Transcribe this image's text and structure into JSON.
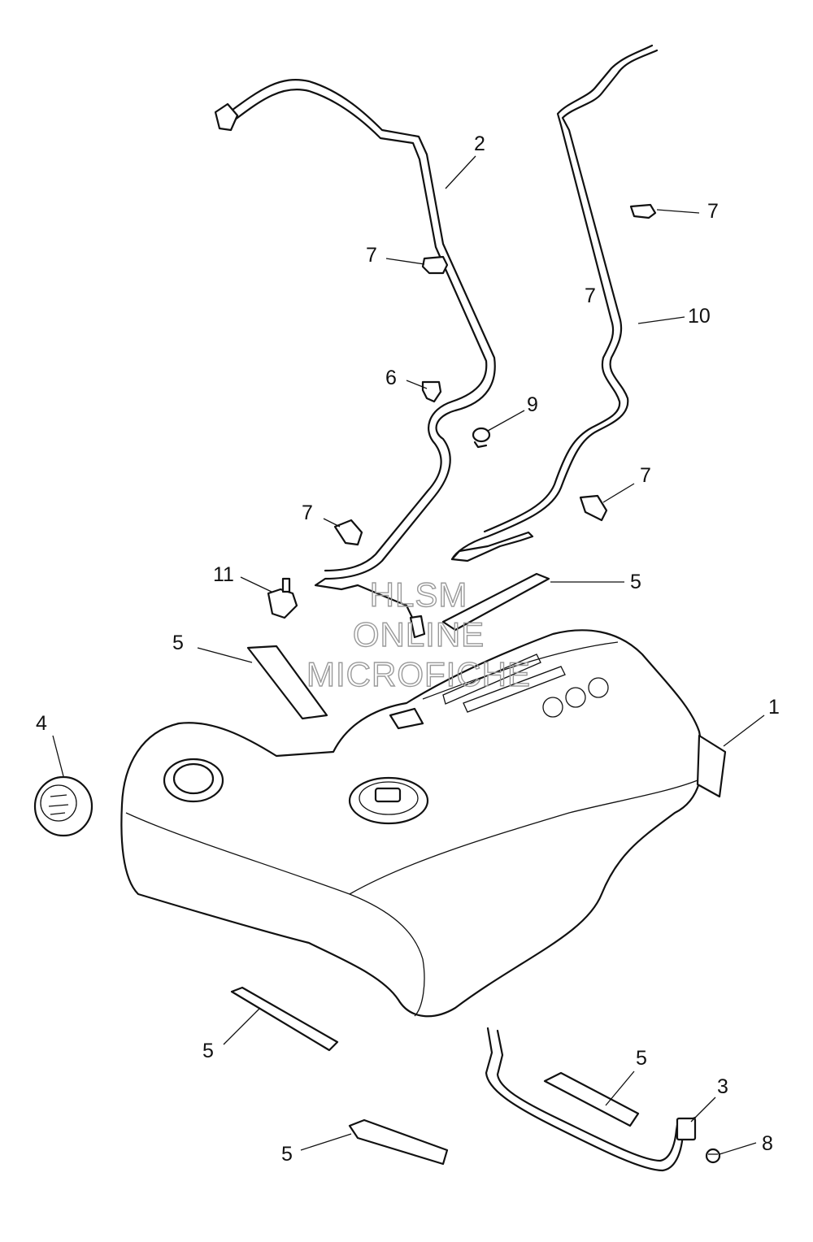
{
  "watermark": {
    "line1": "HLSM",
    "line2": "ONLINE",
    "line3": "MICROFICHE"
  },
  "callouts": [
    {
      "id": "c1",
      "label": "1"
    },
    {
      "id": "c2",
      "label": "2"
    },
    {
      "id": "c3",
      "label": "3"
    },
    {
      "id": "c4",
      "label": "4"
    },
    {
      "id": "c5a",
      "label": "5"
    },
    {
      "id": "c5b",
      "label": "5"
    },
    {
      "id": "c5c",
      "label": "5"
    },
    {
      "id": "c5d",
      "label": "5"
    },
    {
      "id": "c5e",
      "label": "5"
    },
    {
      "id": "c6",
      "label": "6"
    },
    {
      "id": "c7a",
      "label": "7"
    },
    {
      "id": "c7b",
      "label": "7"
    },
    {
      "id": "c7c",
      "label": "7"
    },
    {
      "id": "c7d",
      "label": "7"
    },
    {
      "id": "c7e",
      "label": "7"
    },
    {
      "id": "c8",
      "label": "8"
    },
    {
      "id": "c9",
      "label": "9"
    },
    {
      "id": "c10",
      "label": "10"
    },
    {
      "id": "c11",
      "label": "11"
    }
  ]
}
